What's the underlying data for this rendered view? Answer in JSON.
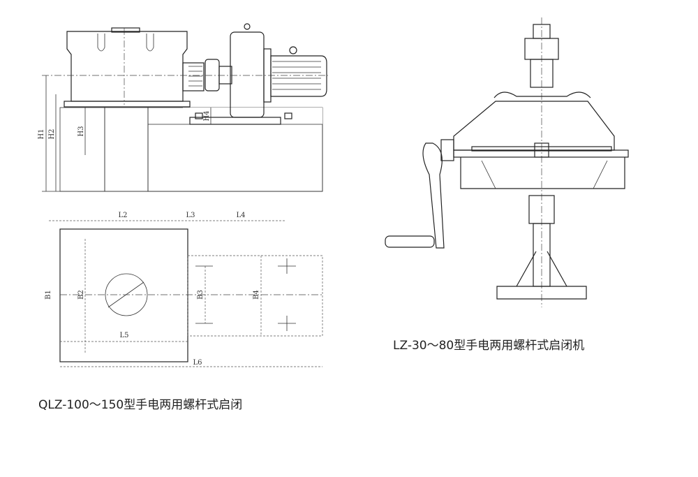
{
  "left_drawing": {
    "caption": "QLZ-100～150型手电两用螺杆式启闭",
    "elevation_labels": {
      "h1": "H1",
      "h2": "H2",
      "h3": "H3",
      "h4": "H4"
    },
    "plan_labels": {
      "l2": "L2",
      "l3": "L3",
      "l4": "L4",
      "l5": "L5",
      "l6": "L6",
      "b1": "B1",
      "b2": "B2",
      "b3": "B3",
      "b4": "B4"
    }
  },
  "right_drawing": {
    "caption": "LZ-30～80型手电两用螺杆式启闭机"
  }
}
